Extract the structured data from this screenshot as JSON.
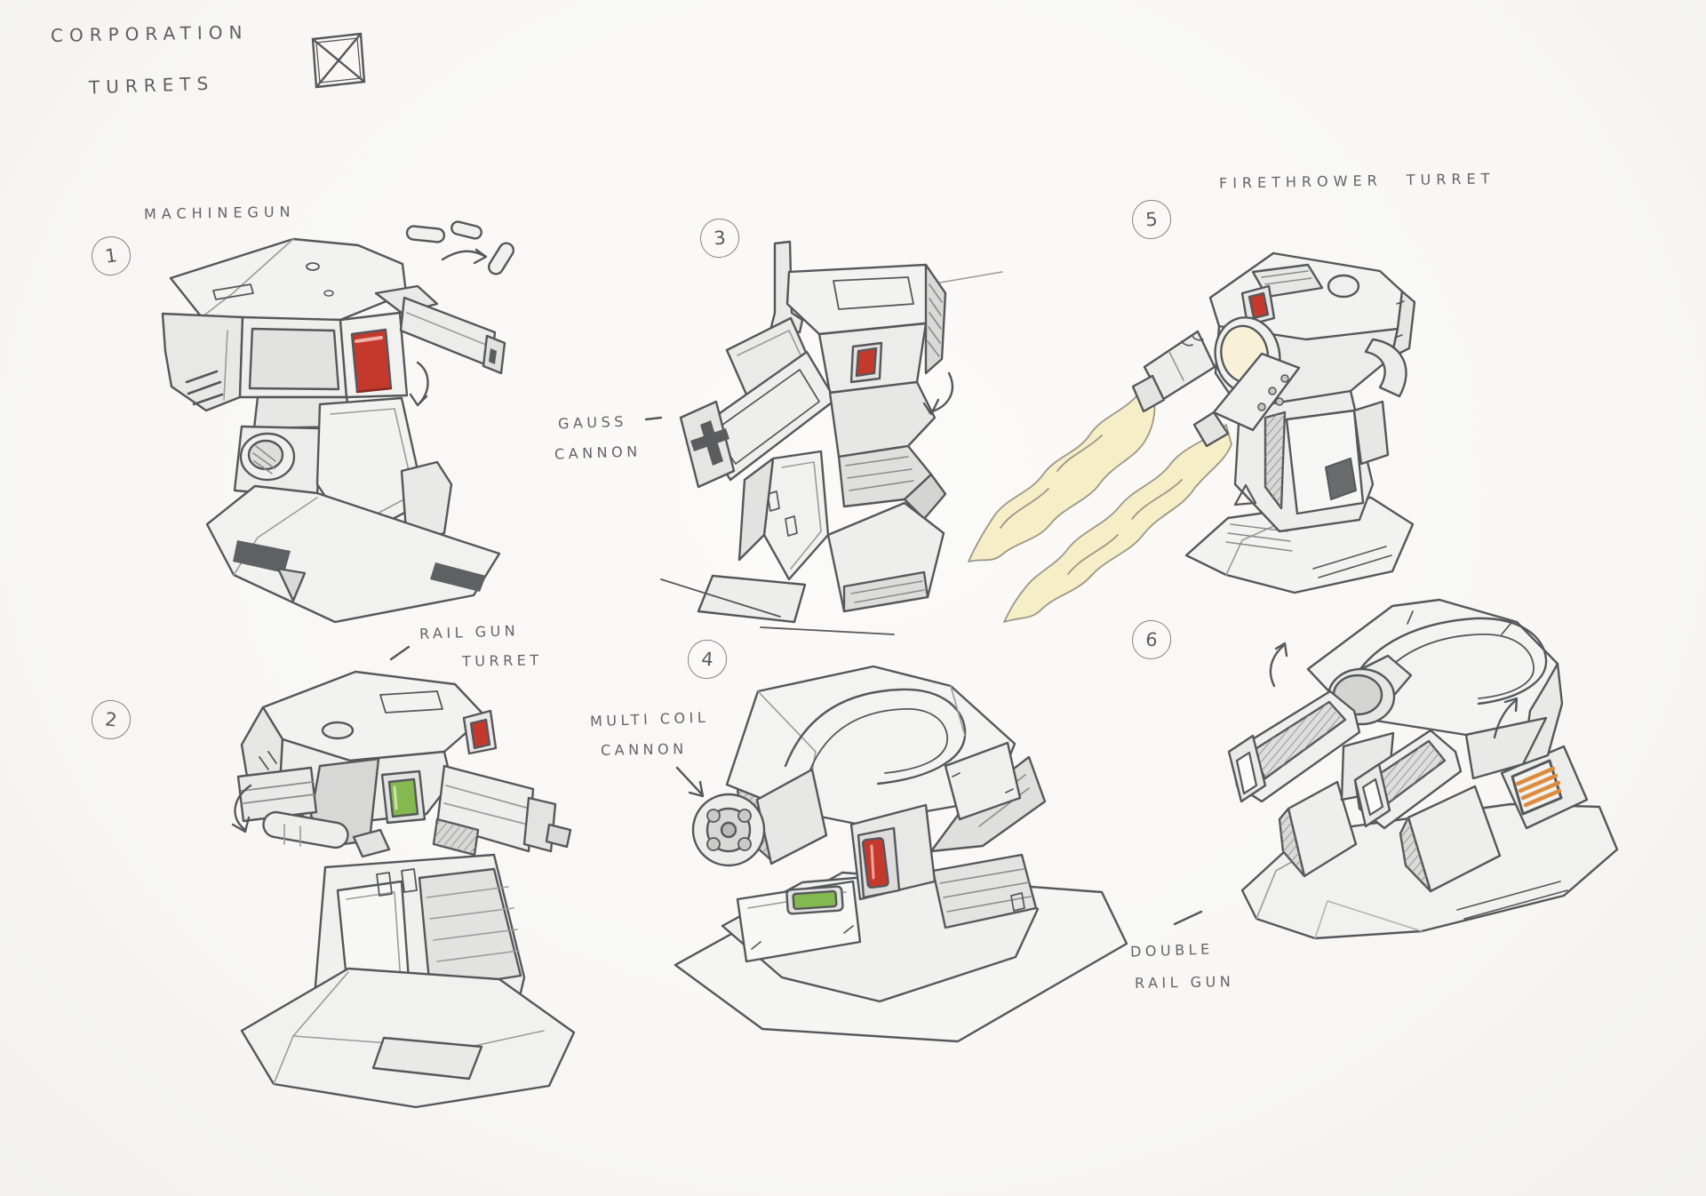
{
  "page": {
    "title_line1": "CORPORATION",
    "title_line2": "TURRETS",
    "paper_color": "#f8f7f4",
    "ink_color": "#56575b"
  },
  "palette": {
    "red_indicator": "#c5392c",
    "green_indicator": "#83b94e",
    "orange_vent": "#dd8c3f",
    "flame_yellow": "#f6eec6",
    "fill_light": "#f2f2f0",
    "fill_mid": "#e9e9e7",
    "fill_dark": "#d9d9d7"
  },
  "turrets": [
    {
      "number": "1",
      "name": "machinegun",
      "label_lines": [
        "MACHINEGUN"
      ]
    },
    {
      "number": "2",
      "name": "rail-gun-turret",
      "label_lines": [
        "RAIL GUN",
        "TURRET"
      ]
    },
    {
      "number": "3",
      "name": "gauss-cannon",
      "label_lines": [
        "GAUSS",
        "CANNON"
      ]
    },
    {
      "number": "4",
      "name": "multi-coil-cannon",
      "label_lines": [
        "MULTI COIL",
        "CANNON"
      ]
    },
    {
      "number": "5",
      "name": "firethrower-turret",
      "label_lines": [
        "FIRETHROWER TURRET"
      ]
    },
    {
      "number": "6",
      "name": "double-rail-gun",
      "label_lines": [
        "DOUBLE",
        "RAIL GUN"
      ]
    }
  ]
}
